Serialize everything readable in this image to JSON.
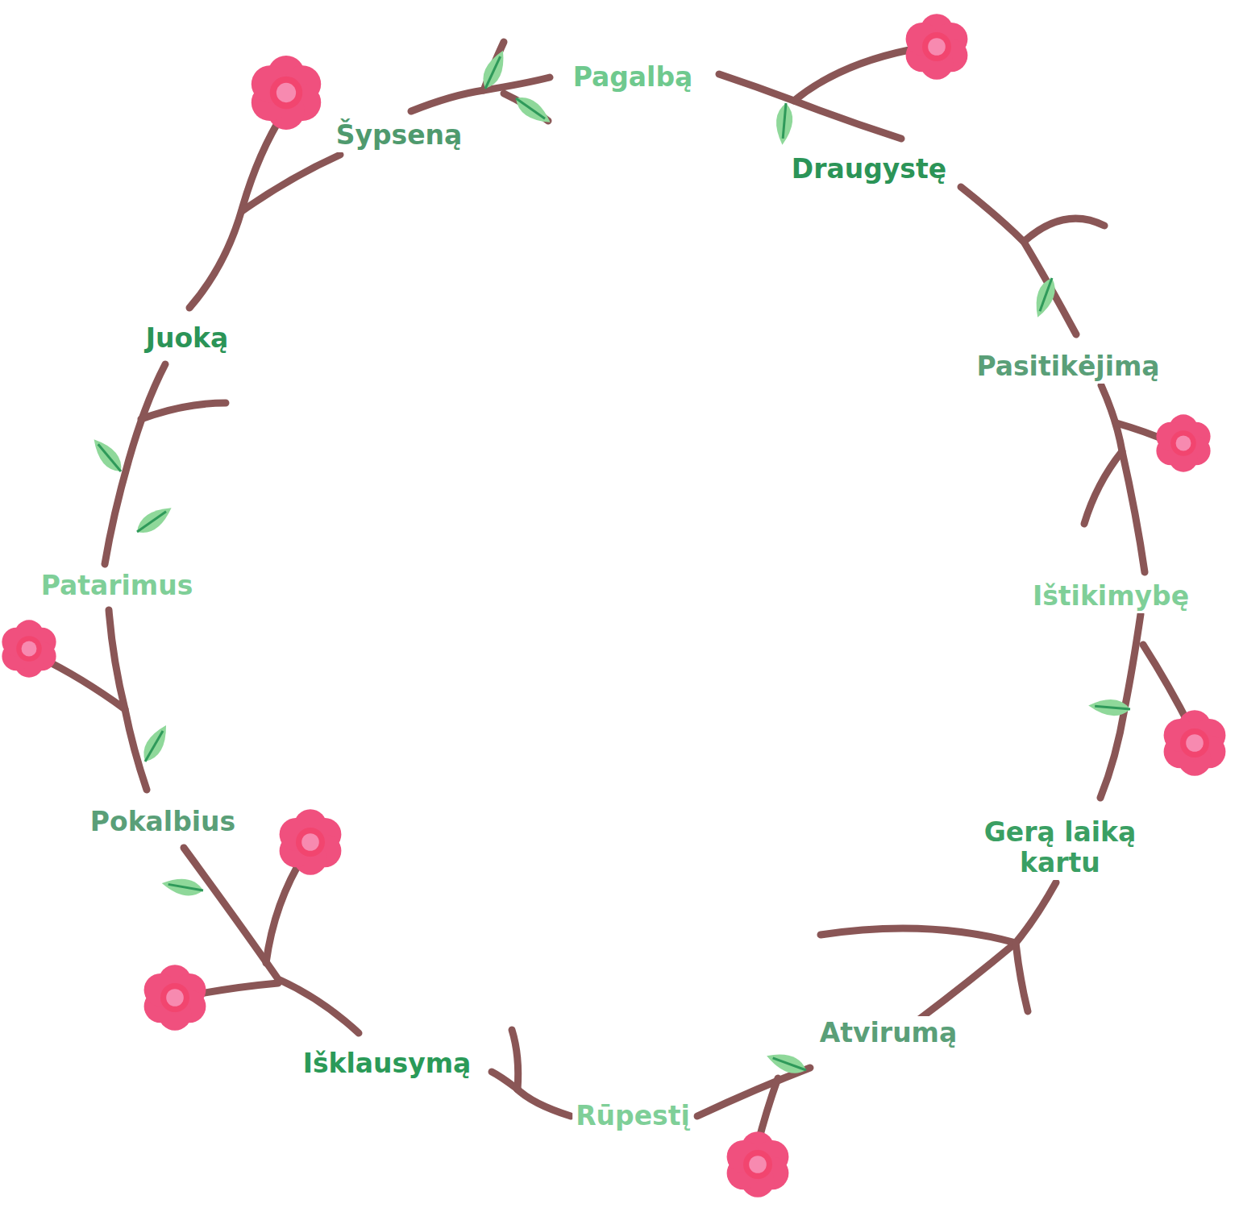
{
  "diagram": {
    "labels": [
      "Šypseną",
      "Pagalbą",
      "Draugystę",
      "Pasitikėjimą",
      "Ištikimybę",
      "Gerą laiką kartu",
      "Atvirumą",
      "Rūpestį",
      "Išklausymą",
      "Pokalbius",
      "Patarimus",
      "Juoką"
    ]
  }
}
